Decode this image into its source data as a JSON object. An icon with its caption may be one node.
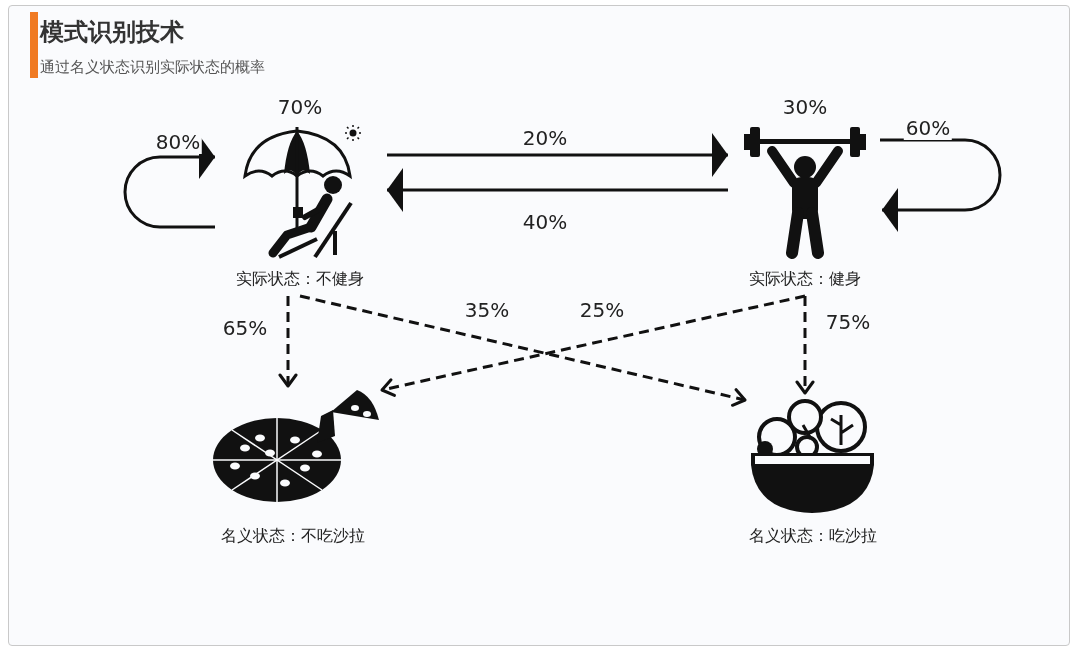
{
  "diagram": {
    "title": "模式识别技术",
    "nodes": [
      {
        "text": [
          "实际状态：不健身"
        ],
        "beside": [
          "70%"
        ]
      },
      {
        "text": [
          "实际状态：健身"
        ],
        "beside": [
          "30%"
        ]
      },
      {
        "text": [
          "名义状态：不吃沙拉"
        ]
      },
      {
        "text": [
          "名义状态：吃沙拉"
        ]
      }
    ],
    "edges": [
      {
        "from": 0,
        "to": 0,
        "arrow": "to",
        "label": "80%"
      },
      {
        "from": 0,
        "to": 1,
        "arrow": "to",
        "label": "20%"
      },
      {
        "from": 1,
        "to": 0,
        "arrow": "to",
        "label": "40%"
      },
      {
        "from": 1,
        "to": 1,
        "arrow": "to",
        "label": "60%"
      },
      {
        "from": 0,
        "to": 2,
        "arrow": "to",
        "label": "65%",
        "style": "dashed"
      },
      {
        "from": 0,
        "to": 3,
        "arrow": "to",
        "label": "35%",
        "style": "dashed"
      },
      {
        "from": 1,
        "to": 2,
        "arrow": "to",
        "label": "25%",
        "style": "dashed"
      },
      {
        "from": 1,
        "to": 3,
        "arrow": "to",
        "label": "75%",
        "style": "dashed"
      }
    ],
    "labels": [
      "通过名义状态识别实际状态的概率"
    ]
  }
}
